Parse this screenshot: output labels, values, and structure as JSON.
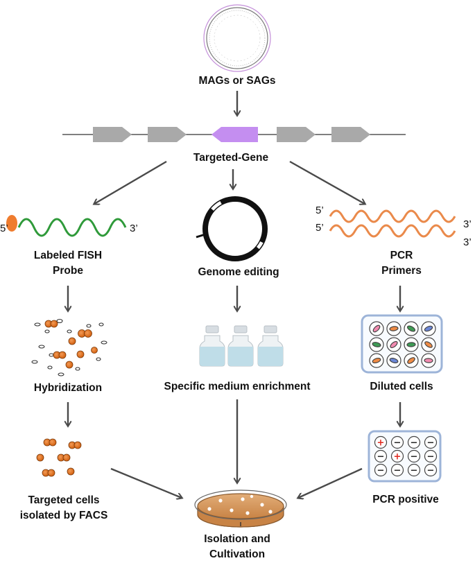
{
  "labels": {
    "mags": "MAGs or SAGs",
    "targeted_gene": "Targeted-Gene",
    "fish_probe_line1": "Labeled FISH",
    "fish_probe_line2": "Probe",
    "genome_editing": "Genome editing",
    "pcr_line1": "PCR",
    "pcr_line2": "Primers",
    "hybridization": "Hybridization",
    "medium": "Specific medium enrichment",
    "diluted": "Diluted cells",
    "facs_line1": "Targeted cells",
    "facs_line2": "isolated by FACS",
    "pcr_positive": "PCR positive",
    "isolation_line1": "Isolation and",
    "isolation_line2": "Cultivation"
  },
  "probe_ends": {
    "five": "5’",
    "three": "3’"
  },
  "primer_ends": {
    "five_top": "5’",
    "five_bottom": "5’",
    "three_top": "3’",
    "three_bottom": "3’"
  },
  "pcr_plate": {
    "rows": [
      [
        "+",
        "−",
        "−",
        "−"
      ],
      [
        "−",
        "+",
        "−",
        "−"
      ],
      [
        "−",
        "−",
        "−",
        "−"
      ]
    ]
  },
  "colors": {
    "arrow": "#4a4a4a",
    "gene_grey": "#a9a9a9",
    "gene_target": "#c48ef0",
    "probe_green": "#2f9a3a",
    "label_orange": "#ef7c2e",
    "primer_orange": "#ea8a4b",
    "cell_orange": "#e06d1e",
    "plate_border": "#9db4d8",
    "vial_liquid": "#bfdde8",
    "dish_agar": "#d79d63",
    "plus_red": "#e0271d"
  }
}
